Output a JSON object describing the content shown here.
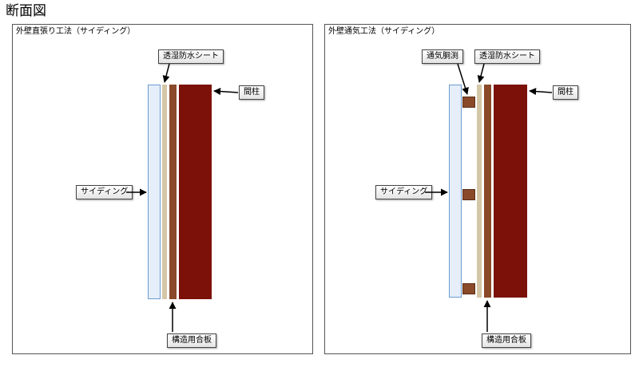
{
  "page": {
    "title": "断面図"
  },
  "left_panel": {
    "title": "外壁直張り工法（サイディング）",
    "labels": {
      "membrane": "透湿防水シート",
      "stud": "間柱",
      "siding": "サイディング",
      "plywood": "構造用合板"
    }
  },
  "right_panel": {
    "title": "外壁通気工法（サイディング）",
    "labels": {
      "furring": "通気胴渕",
      "membrane": "透湿防水シート",
      "stud": "間柱",
      "siding": "サイディング",
      "plywood": "構造用合板"
    }
  },
  "colors": {
    "siding_fill": "#e6eef9",
    "siding_border": "#6b9bd0",
    "membrane": "#d4c7a8",
    "plywood": "#8a4a2a",
    "stud": "#7b1109"
  }
}
